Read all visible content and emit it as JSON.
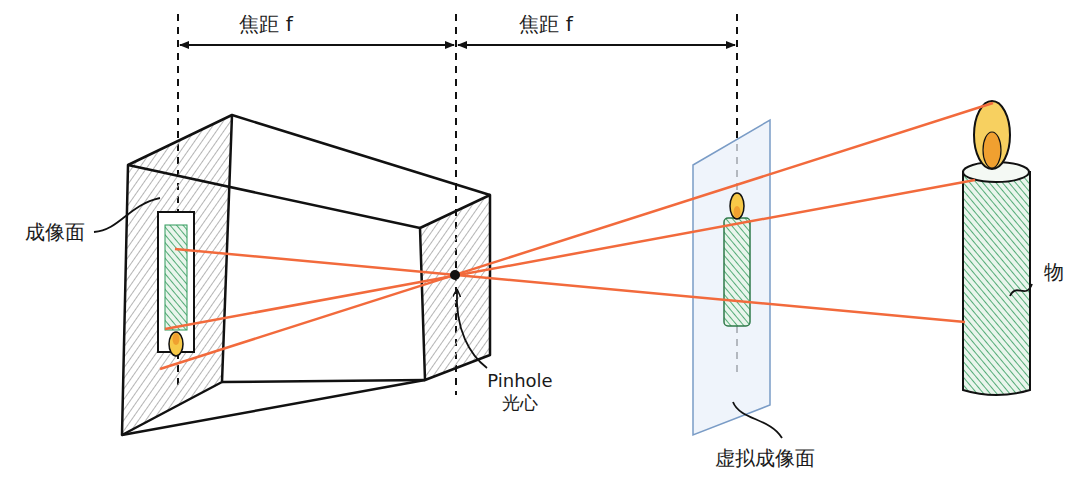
{
  "diagram": {
    "labels": [
      "焦距 f",
      "焦距 f",
      "成像面",
      "Pinhole 光心",
      "虚拟成像面",
      "物"
    ]
  }
}
